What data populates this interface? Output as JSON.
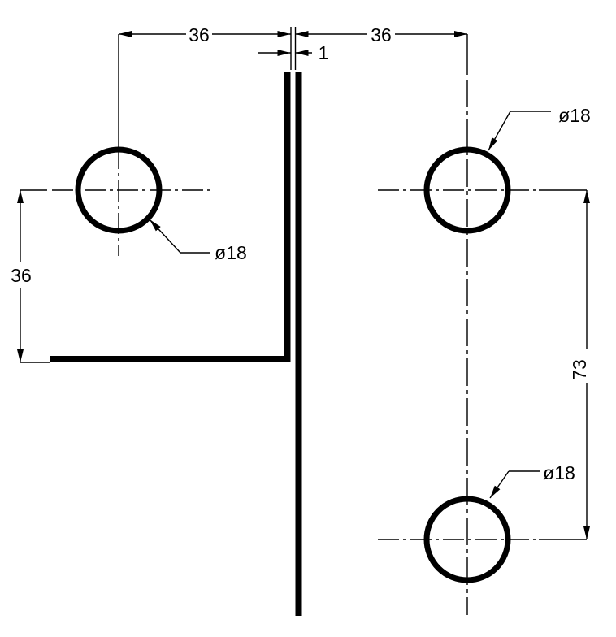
{
  "drawing": {
    "colors": {
      "line": "#000000",
      "background": "#ffffff"
    },
    "dimensions": {
      "top_left_width": "36",
      "top_right_width": "36",
      "plate_gap": "1",
      "left_height": "36",
      "right_hole_spacing": "73"
    },
    "hole_labels": {
      "left": "ø18",
      "top_right": "ø18",
      "bottom_right": "ø18"
    }
  }
}
